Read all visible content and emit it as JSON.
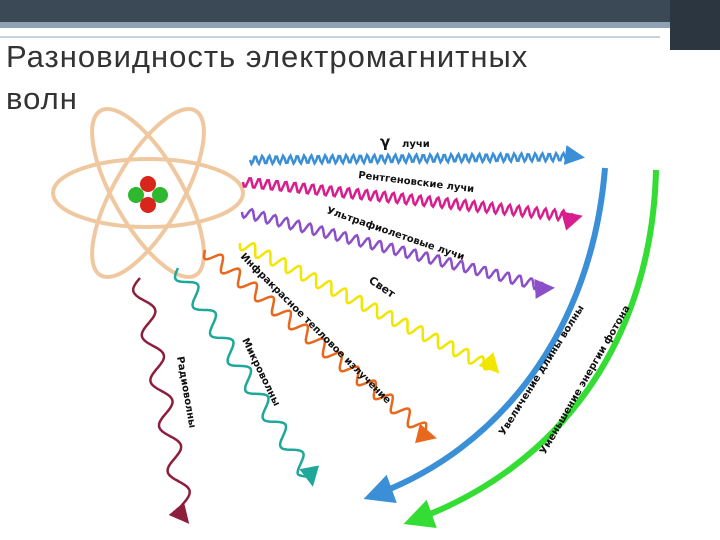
{
  "slide": {
    "title": "Разновидность электромагнитных волн"
  },
  "diagram": {
    "gamma_symbol": "γ",
    "waves": [
      {
        "key": "gamma",
        "label": "лучи",
        "color": "#3a8fd6"
      },
      {
        "key": "xray",
        "label": "Рентгеновские лучи",
        "color": "#d81e8c"
      },
      {
        "key": "uv",
        "label": "Ультрафиолетовые лучи",
        "color": "#8b4fc8"
      },
      {
        "key": "light",
        "label": "Свет",
        "color": "#f2e600"
      },
      {
        "key": "ir",
        "label": "Инфракрасное тепловое излучение",
        "color": "#e8681e"
      },
      {
        "key": "micro",
        "label": "Микроволны",
        "color": "#1fa79a"
      },
      {
        "key": "radio",
        "label": "Радиоволны",
        "color": "#8c1f3e"
      }
    ],
    "arrows": [
      {
        "key": "wavelength",
        "label": "Увеличение длины волны",
        "color": "#3a8fd6"
      },
      {
        "key": "energy",
        "label": "Уменьшение энергии фотона",
        "color": "#33dd33"
      }
    ],
    "atom": {
      "orbit_color": "#f0c8a0",
      "nucleus_colors": [
        "#d9261c",
        "#2fb82f"
      ]
    }
  }
}
